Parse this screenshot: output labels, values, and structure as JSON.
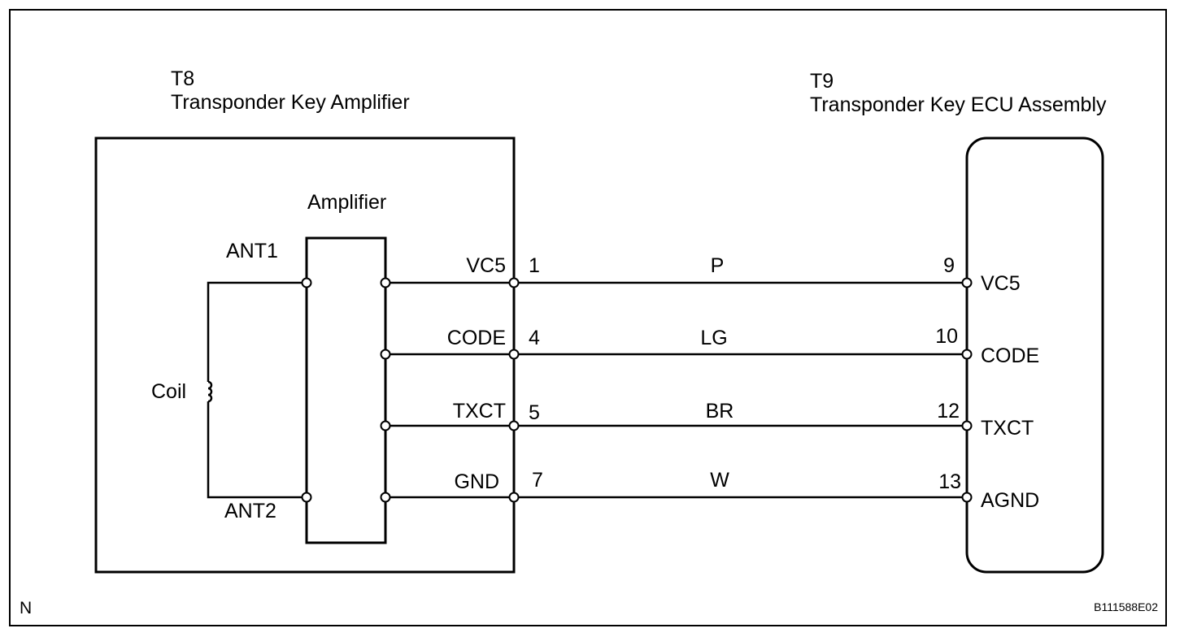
{
  "amplifier_unit": {
    "code": "T8",
    "name": "Transponder Key Amplifier",
    "inner_block_label": "Amplifier",
    "coil_label": "Coil",
    "antenna_terminals": [
      "ANT1",
      "ANT2"
    ]
  },
  "ecu_unit": {
    "code": "T9",
    "name": "Transponder Key ECU Assembly"
  },
  "connections": [
    {
      "amp_signal": "VC5",
      "amp_pin": "1",
      "wire_color": "P",
      "ecu_pin": "9",
      "ecu_signal": "VC5"
    },
    {
      "amp_signal": "CODE",
      "amp_pin": "4",
      "wire_color": "LG",
      "ecu_pin": "10",
      "ecu_signal": "CODE"
    },
    {
      "amp_signal": "TXCT",
      "amp_pin": "5",
      "wire_color": "BR",
      "ecu_pin": "12",
      "ecu_signal": "TXCT"
    },
    {
      "amp_signal": "GND",
      "amp_pin": "7",
      "wire_color": "W",
      "ecu_pin": "13",
      "ecu_signal": "AGND"
    }
  ],
  "footer": {
    "corner_mark": "N",
    "figure_code": "B111588E02"
  }
}
